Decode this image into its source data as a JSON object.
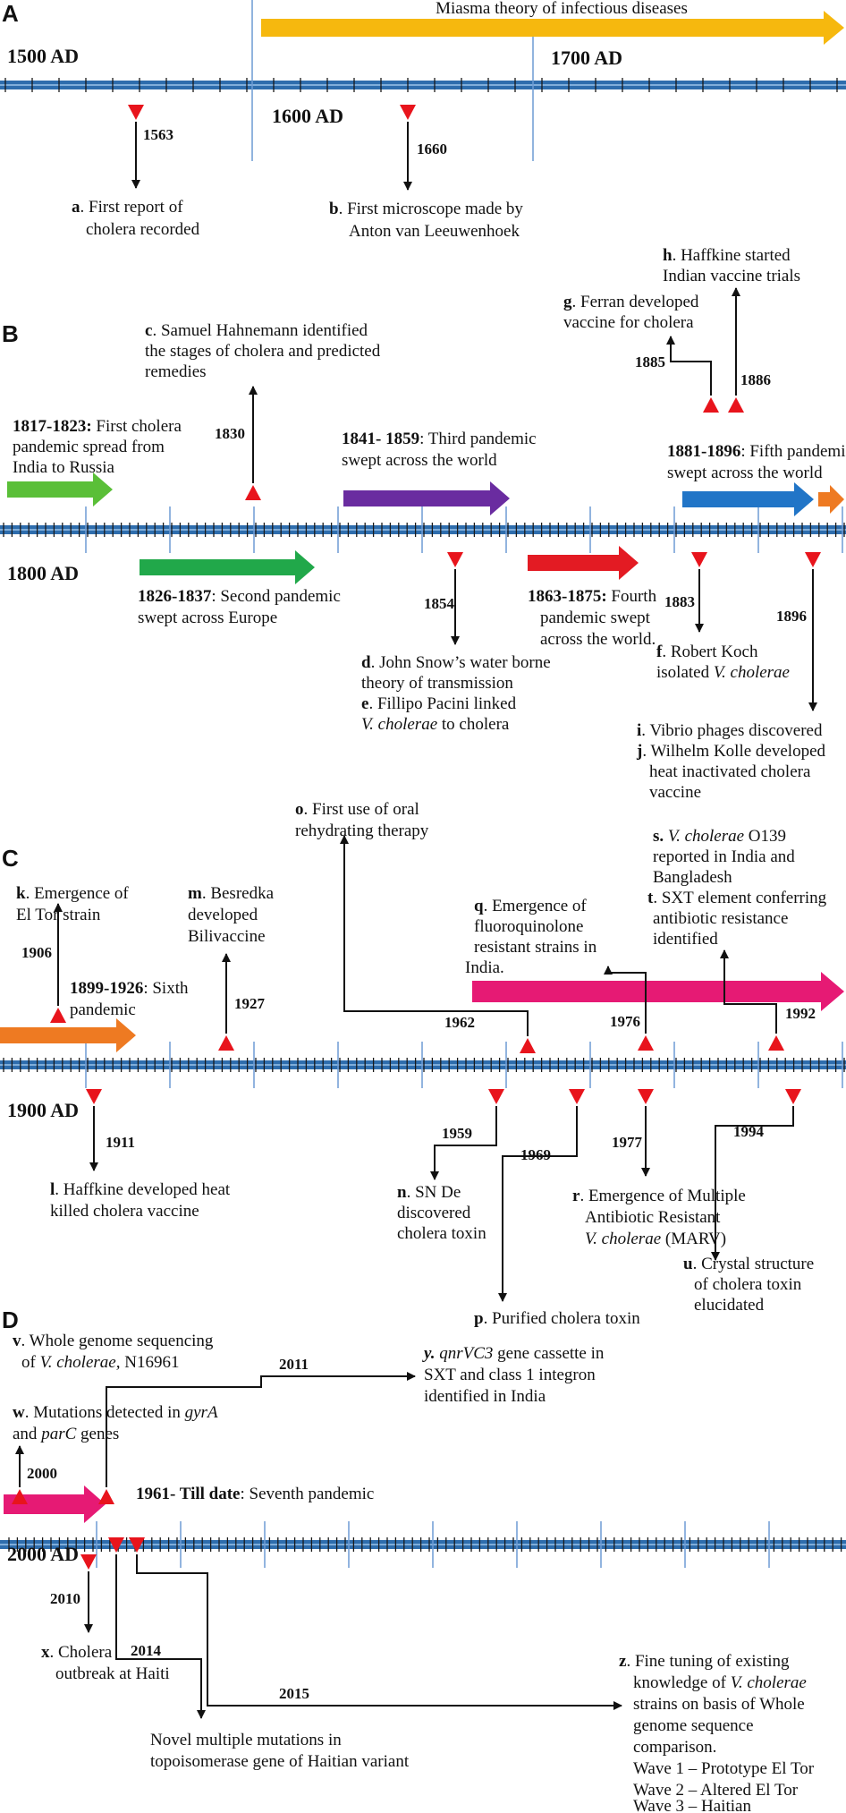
{
  "colors": {
    "axis": "#2e6dad",
    "tick": "#1a1a1a",
    "major_tick": "#6d9bd4",
    "marker": "#e8141c",
    "miasma": "#f6b80e",
    "green_light": "#5abf38",
    "green": "#21a84a",
    "purple": "#6a2ca0",
    "red": "#e31b23",
    "blue": "#2175c7",
    "orange": "#ee7a22",
    "magenta": "#e61a74"
  },
  "panels": {
    "A": {
      "label": "A",
      "eras": [
        "1500 AD",
        "1600 AD",
        "1700 AD"
      ],
      "miasma": "Miasma theory  of infectious diseases",
      "years": [
        "1563",
        "1660"
      ],
      "events": {
        "a": {
          "key": "a",
          "l1": ". First report of",
          "l2": "cholera recorded"
        },
        "b": {
          "key": "b",
          "l1": ". First  microscope made by",
          "l2": "Anton van Leeuwenhoek"
        }
      }
    },
    "B": {
      "label": "B",
      "era": "1800 AD",
      "pandemics": {
        "p1": {
          "years": "1817-1823:",
          "l1": " First cholera",
          "l2": "pandemic spread from",
          "l3": "India to Russia"
        },
        "p2": {
          "years": "1826-1837",
          "l1": ": Second pandemic",
          "l2": "swept across Europe"
        },
        "p3": {
          "years": "1841- 1859",
          "l1": ": Third pandemic",
          "l2": "swept across  the world"
        },
        "p4": {
          "years": "1863-1875:",
          "l1": " Fourth",
          "l2": "pandemic swept",
          "l3": "across  the world."
        },
        "p5": {
          "years": "1881-1896",
          "l1": ": Fifth pandemic",
          "l2": "swept across the world"
        }
      },
      "years": [
        "1830",
        "1854",
        "1883",
        "1885",
        "1886",
        "1896"
      ],
      "events": {
        "c": {
          "key": "c",
          "l1": ". Samuel Hahnemann identified",
          "l2": " the stages of cholera and predicted",
          "l3": "remedies"
        },
        "d": {
          "key": "d",
          "l1": ". John Snow’s water borne",
          "l2": "theory of transmission"
        },
        "e": {
          "key": "e",
          "l1": ". Fillipo Pacini linked",
          "sp": "V. cholerae",
          "l2": " to cholera"
        },
        "f": {
          "key": "f",
          "l1": ". Robert Koch",
          "l2": "isolated ",
          "sp": "V. cholerae"
        },
        "g": {
          "key": "g",
          "l1": ". Ferran developed",
          "l2": "vaccine for cholera"
        },
        "h": {
          "key": "h",
          "l1": ". Haffkine started",
          "l2": "Indian vaccine trials"
        },
        "i": {
          "key": "i",
          "l1": ". Vibrio phages discovered"
        },
        "j": {
          "key": "j",
          "l1": ". Wilhelm Kolle developed",
          "l2": "heat inactivated cholera",
          "l3": "vaccine"
        }
      }
    },
    "C": {
      "label": "C",
      "era": "1900 AD",
      "pandemic6": {
        "years": "1899-1926",
        "l1": ": Sixth",
        "l2": "pandemic"
      },
      "years": [
        "1906",
        "1911",
        "1927",
        "1959",
        "1962",
        "1969",
        "1976",
        "1977",
        "1992",
        "1994"
      ],
      "events": {
        "k": {
          "key": "k",
          "l1": ". Emergence of",
          "l2": "El Tor strain"
        },
        "l": {
          "key": "l",
          "l1": ". Haffkine developed heat",
          "l2": "killed cholera vaccine"
        },
        "m": {
          "key": "m",
          "l1": ". Besredka",
          "l2": "developed",
          "l3": "Bilivaccine"
        },
        "n": {
          "key": "n",
          "l1": ". SN De",
          "l2": "discovered",
          "l3": "cholera toxin"
        },
        "o": {
          "key": "o",
          "l1": ". First use of oral",
          "l2": "rehydrating therapy"
        },
        "p": {
          "key": "p",
          "l1": ".  Purified cholera toxin"
        },
        "q": {
          "key": "q",
          "l1": ". Emergence of",
          "l2": "fluoroquinolone",
          "l3": "resistant strains in",
          "l4": "India."
        },
        "r": {
          "key": "r",
          "l1": ". Emergence of Multiple",
          "l2": "Antibiotic Resistant",
          "sp": "V. cholerae",
          "l3": " (MARV)"
        },
        "s": {
          "key": "s",
          "sp": "V. cholerae",
          "l1": "  O139",
          "l2": "reported  in India and",
          "l3": "Bangladesh"
        },
        "t": {
          "key": "t",
          "l1": ". SXT element conferring",
          "l2": "antibiotic resistance",
          "l3": "identified"
        },
        "u": {
          "key": "u",
          "l1": ". Crystal structure",
          "l2": "of cholera toxin",
          "l3": "elucidated"
        }
      }
    },
    "D": {
      "label": "D",
      "era": "2000 AD",
      "pandemic7": {
        "years": "1961- Till date",
        "l1": ": Seventh pandemic"
      },
      "years": [
        "2000",
        "2010",
        "2011",
        "2014",
        "2015"
      ],
      "events": {
        "v": {
          "key": "v",
          "l1": ". Whole genome sequencing",
          "l2": "of ",
          "sp": "V. cholerae,",
          "l2b": " N16961"
        },
        "w": {
          "key": "w",
          "l1": ". Mutations detected in ",
          "g1": "gyrA",
          "l2": "and ",
          "g2": "parC",
          "l2b": "  genes"
        },
        "x": {
          "key": "x",
          "l1": ". Cholera",
          "l2": "outbreak at Haiti"
        },
        "y": {
          "key": "y",
          "g": "qnrVC3",
          "l1": " gene cassette in",
          "l2": "SXT and class 1 integron",
          "l3": "identified in India"
        },
        "novel": {
          "l1": "Novel multiple mutations in",
          "l2": "topoisomerase gene of Haitian variant"
        },
        "z": {
          "key": "z",
          "l1": ". Fine tuning of existing",
          "l2": "knowledge of ",
          "sp": "V. cholerae",
          "l3": "strains on basis of Whole",
          "l4": "genome sequence",
          "l5": "comparison.",
          "w1": "Wave 1 – Prototype El Tor",
          "w2": "Wave 2 – Altered El Tor",
          "w3": "Wave 3 – Haitian"
        }
      }
    }
  }
}
